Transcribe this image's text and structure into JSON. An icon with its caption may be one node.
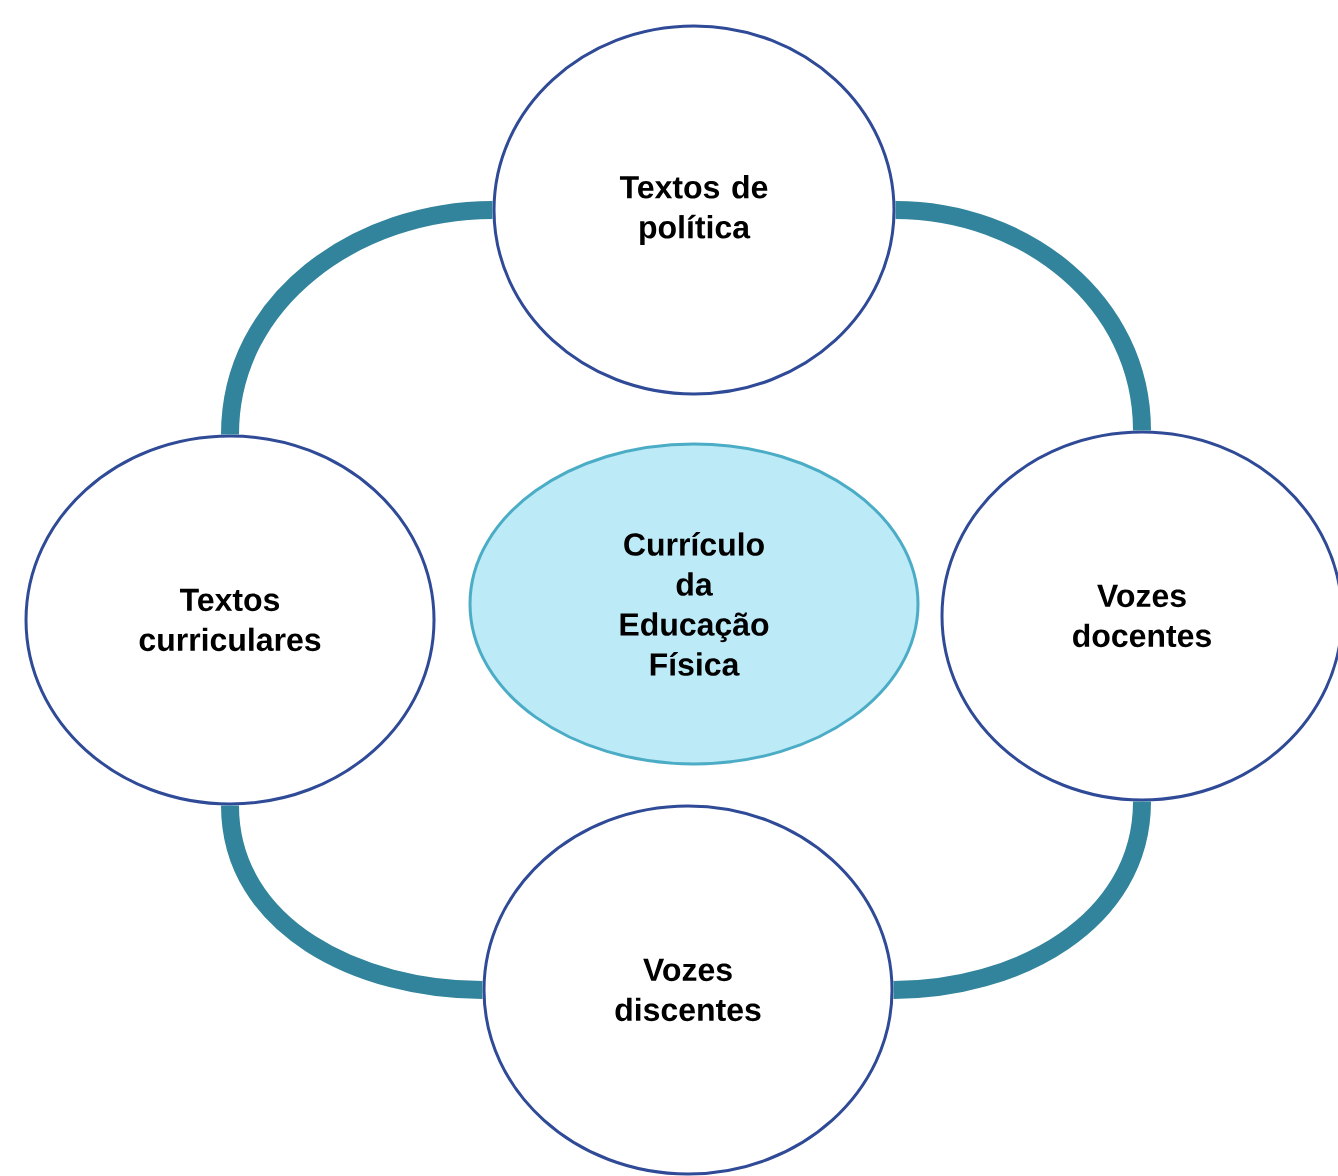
{
  "diagram": {
    "nodes": [
      {
        "text": [
          "Textos de política"
        ]
      },
      {
        "text": [
          "Textos curriculares"
        ]
      },
      {
        "text": [
          "Currículo da Educação Física"
        ]
      },
      {
        "text": [
          "Vozes docentes"
        ]
      },
      {
        "text": [
          "Vozes discentes"
        ]
      }
    ],
    "edges": [
      {
        "from": 0,
        "to": 3,
        "arrow": "none"
      },
      {
        "from": 3,
        "to": 4,
        "arrow": "none"
      },
      {
        "from": 4,
        "to": 1,
        "arrow": "none"
      },
      {
        "from": 1,
        "to": 0,
        "arrow": "none"
      }
    ]
  }
}
